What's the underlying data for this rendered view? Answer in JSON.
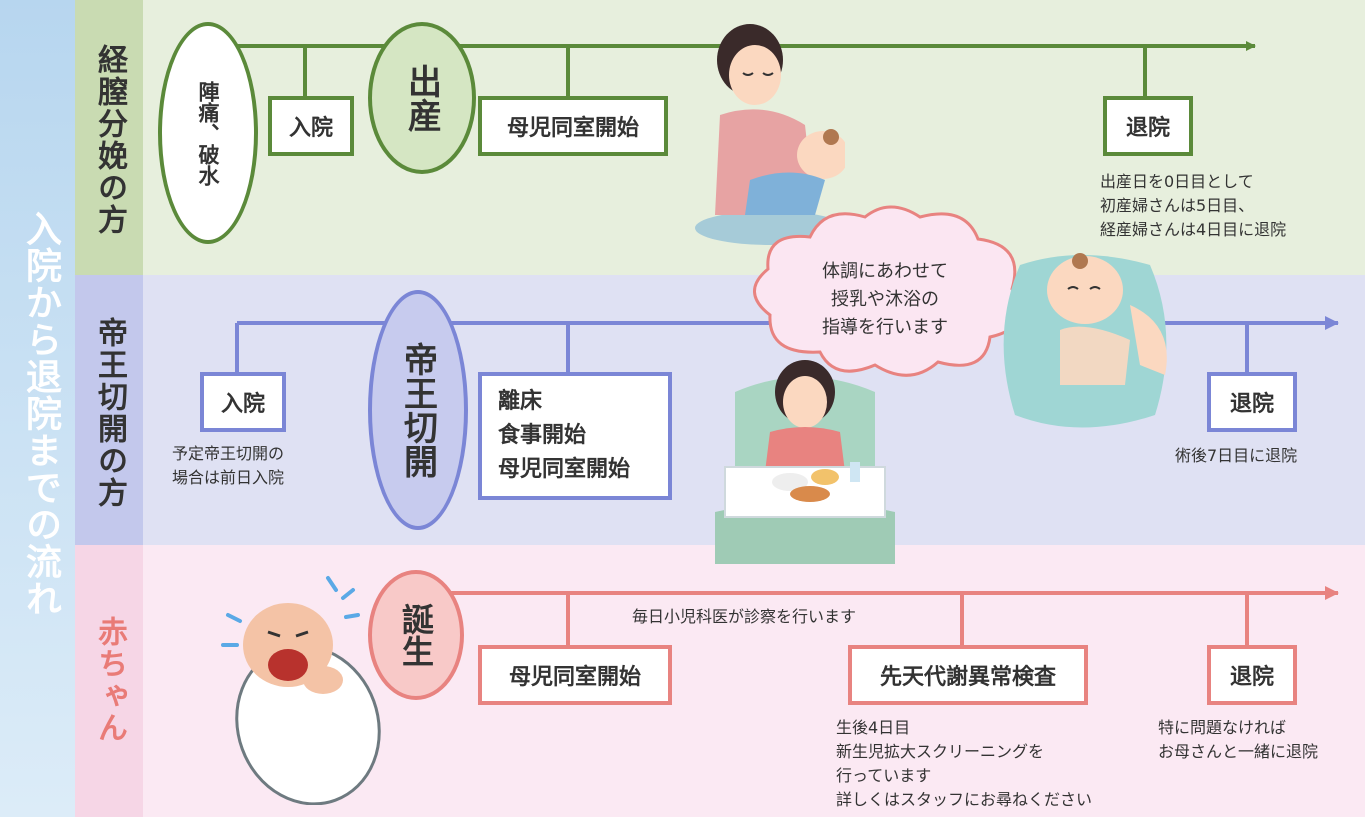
{
  "title": "入院から退院までの流れ",
  "colors": {
    "green": "#5b8a3a",
    "blue": "#7b86d6",
    "red": "#e88380"
  },
  "vaginal": {
    "label": "経膣分娩の方",
    "labor": "陣痛、破水",
    "admission": "入院",
    "birth": "出産",
    "rooming": "母児同室開始",
    "discharge": "退院",
    "discharge_note": "出産日を0日目として\n初産婦さんは5日目、\n経産婦さんは4日目に退院"
  },
  "cloud_text": "体調にあわせて\n授乳や沐浴の\n指導を行います",
  "cesarean": {
    "label": "帝王切開の方",
    "admission": "入院",
    "admission_note": "予定帝王切開の\n場合は前日入院",
    "surgery": "帝王切開",
    "steps": "離床\n食事開始\n母児同室開始",
    "discharge": "退院",
    "discharge_note": "術後7日目に退院"
  },
  "baby": {
    "label": "赤ちゃん",
    "birth": "誕生",
    "pediatric_note": "毎日小児科医が診察を行います",
    "rooming": "母児同室開始",
    "screening": "先天代謝異常検査",
    "screening_note": "生後4日目\n新生児拡大スクリーニングを\n行っています\n詳しくはスタッフにお尋ねください",
    "discharge": "退院",
    "discharge_note": "特に問題なければ\nお母さんと一緒に退院"
  }
}
